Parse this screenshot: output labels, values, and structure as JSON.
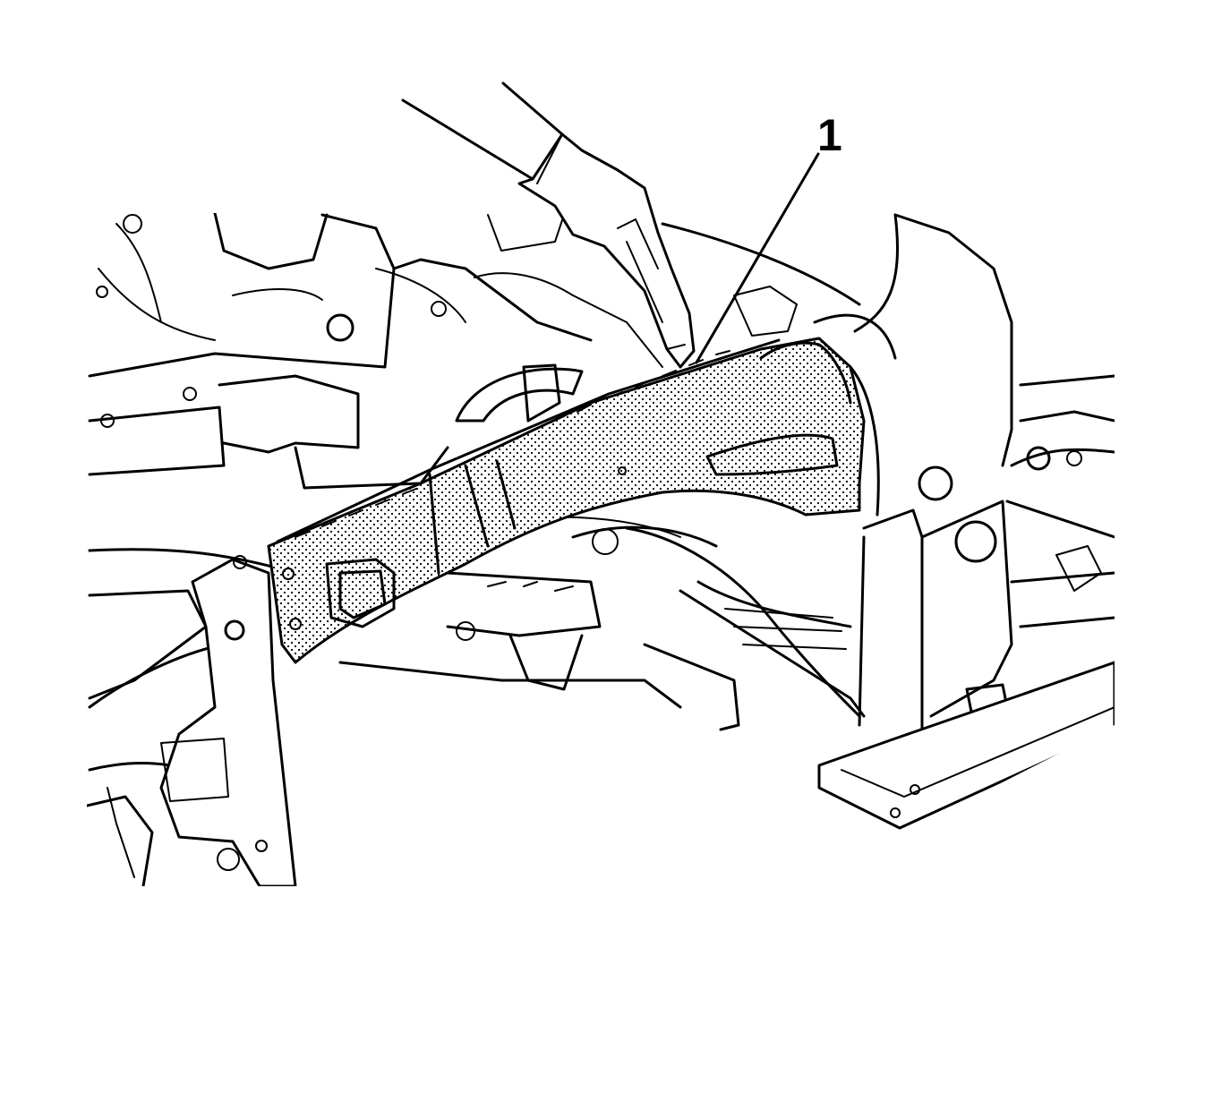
{
  "figure": {
    "style": "line-art",
    "highlight_pattern": "stipple",
    "colors": {
      "ink": "#000000",
      "paper": "#ffffff"
    },
    "icons": [
      "gloved-hand-icon"
    ]
  },
  "callouts": [
    {
      "label": "1"
    }
  ]
}
